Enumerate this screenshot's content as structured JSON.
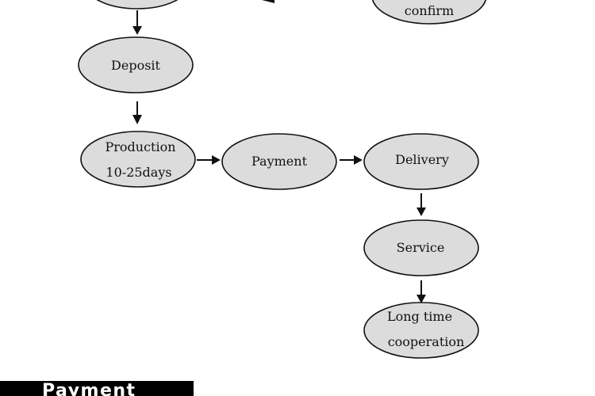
{
  "diagram": {
    "top_partial_node": "",
    "top_right_node_line2": "confirm",
    "deposit": "Deposit",
    "production_line1": "Production",
    "production_line2": "10-25days",
    "payment": "Payment",
    "delivery": "Delivery",
    "service": "Service",
    "long_time_line1": "Long time",
    "long_time_line2": "cooperation"
  },
  "footer": {
    "banner_label": "Payment"
  },
  "colors": {
    "node_fill": "#dcdcdc",
    "node_stroke": "#111111",
    "banner_bg": "#000000",
    "banner_text": "#ffffff"
  }
}
